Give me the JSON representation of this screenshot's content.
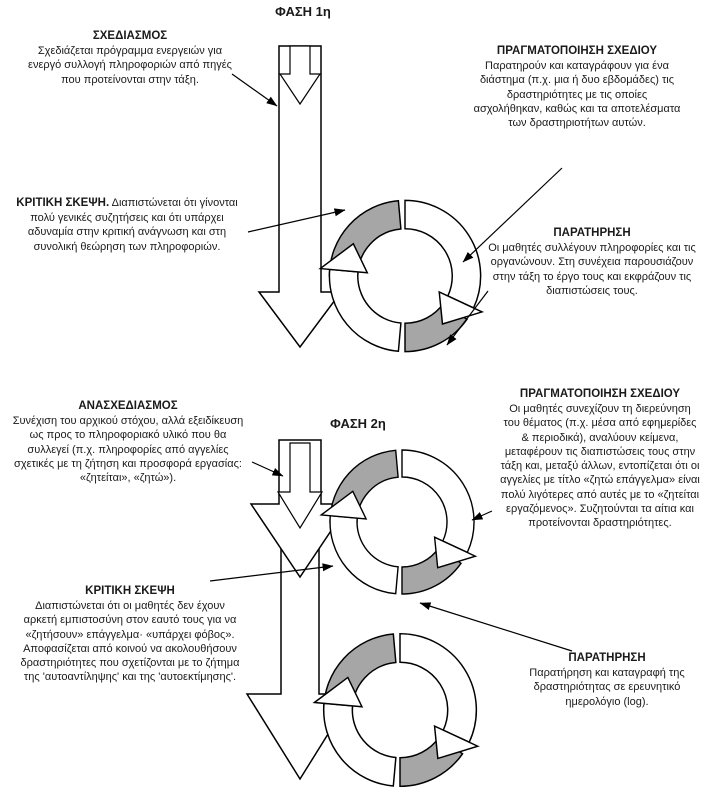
{
  "phase1": {
    "label": "ΦΑΣΗ 1η",
    "planning": {
      "title": "ΣΧΕΔΙΑΣΜΟΣ",
      "body": "Σχεδιάζεται πρόγραμμα ενεργειών για ενεργό συλλογή πληροφοριών από πηγές που προτείνονται στην τάξη."
    },
    "implementation": {
      "title": "ΠΡΑΓΜΑΤΟΠΟΙΗΣΗ ΣΧΕΔΙΟΥ",
      "body": "Παρατηρούν και καταγράφουν για ένα διάστημα (π.χ. μια ή δυο εβδομάδες) τις δραστηριότητες με τις οποίες ασχολήθηκαν, καθώς και τα αποτελέσματα των δραστηριοτήτων αυτών."
    },
    "critical_thinking": {
      "title": "ΚΡΙΤΙΚΗ ΣΚΕΨΗ.",
      "body": "Διαπιστώνεται ότι γίνονται πολύ γενικές συζητήσεις και ότι υπάρχει αδυναμία στην κριτική ανάγνωση και στη συνολική θεώρηση των πληροφοριών."
    },
    "observation": {
      "title": "ΠΑΡΑΤΗΡΗΣΗ",
      "body": "Οι μαθητές συλλέγουν πληροφορίες και τις οργανώνουν. Στη συνέχεια παρουσιάζουν στην τάξη το έργο τους και εκφράζουν τις διαπιστώσεις τους."
    }
  },
  "phase2": {
    "label": "ΦΑΣΗ 2η",
    "replanning": {
      "title": "ΑΝΑΣΧΕΔΙΑΣΜΟΣ",
      "body": "Συνέχιση του αρχικού στόχου, αλλά εξειδίκευση ως προς το πληροφοριακό υλικό που θα συλλεγεί (π.χ. πληροφορίες από αγγελίες σχετικές με τη ζήτηση και προσφορά εργασίας: «ζητείται», «ζητώ»)."
    },
    "implementation": {
      "title": "ΠΡΑΓΜΑΤΟΠΟΙΗΣΗ ΣΧΕΔΙΟΥ",
      "body": "Οι μαθητές συνεχίζουν τη διερεύνηση του θέματος (π.χ. μέσα από εφημερίδες & περιοδικά), αναλύουν κείμενα, μεταφέρουν τις διαπιστώσεις τους στην τάξη και, μεταξύ άλλων, εντοπίζεται ότι οι αγγελίες με τίτλο «ζητώ επάγγελμα» είναι πολύ λιγότερες από αυτές με το «ζητείται εργαζόμενος». Συζητούνται τα αίτια και προτείνονται δραστηριότητες."
    },
    "critical_thinking": {
      "title": "ΚΡΙΤΙΚΗ ΣΚΕΨΗ",
      "body": "Διαπιστώνεται ότι οι μαθητές δεν έχουν αρκετή εμπιστοσύνη στον εαυτό τους για να «ζητήσουν» επάγγελμα· «υπάρχει φόβος». Αποφασίζεται από κοινού να ακολουθήσουν δραστηριότητες που σχετίζονται με το ζήτημα της 'αυτοαντίληψης' και της 'αυτοεκτίμησης'."
    },
    "observation": {
      "title": "ΠΑΡΑΤΗΡΗΣΗ",
      "body": "Παρατήρηση και καταγραφή της δραστηριότητας σε ερευνητικό ημερολόγιο (log)."
    }
  },
  "colors": {
    "shade_gray": "#a6a6a6",
    "outline": "#000000",
    "background": "#ffffff"
  }
}
